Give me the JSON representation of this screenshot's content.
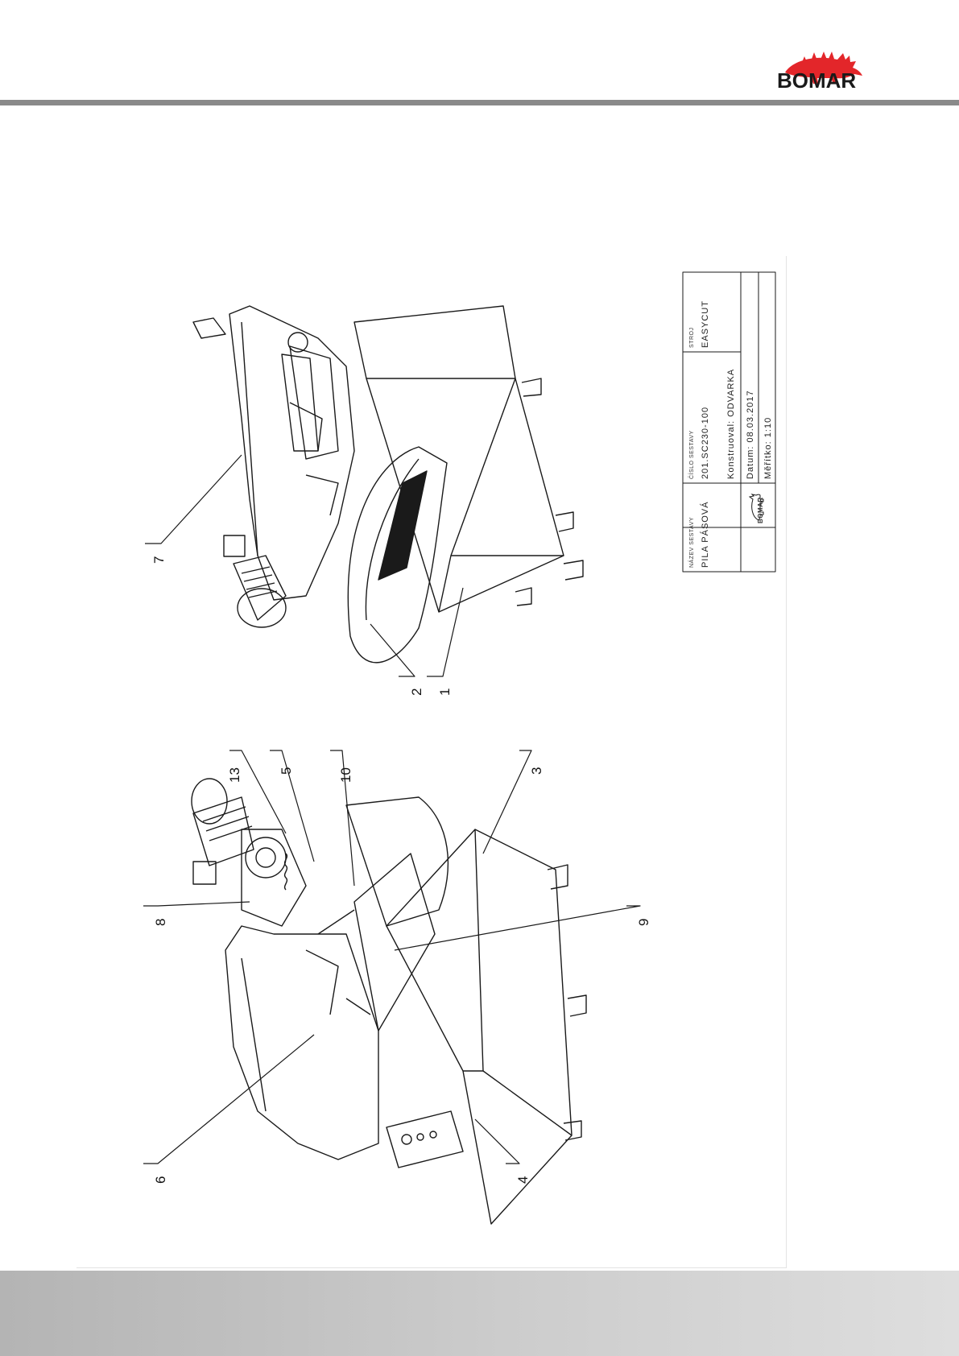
{
  "header": {
    "brand": "BOMAR",
    "colors": {
      "brand_red": "#e3262a",
      "rule": "#8a8a8a",
      "footer": "#c4c4c4"
    }
  },
  "callouts": {
    "left_view": [
      "13",
      "5",
      "10",
      "3",
      "9",
      "8",
      "6",
      "4"
    ],
    "right_view": [
      "7",
      "2",
      "1"
    ]
  },
  "title_block": {
    "name_label": "NÁZEV SESTAVY",
    "name_value": "PILA PÁSOVÁ",
    "number_label": "ČÍSLO SESTAVY",
    "number_value": "201.SC230-100",
    "machine_label": "STROJ",
    "machine_value": "EASYCUT",
    "designer": "Konstruoval: ODVARKA",
    "date": "Datum:      08.03.2017",
    "scale": "Měřítko:     1:10",
    "logo_text": "BOMAR"
  }
}
